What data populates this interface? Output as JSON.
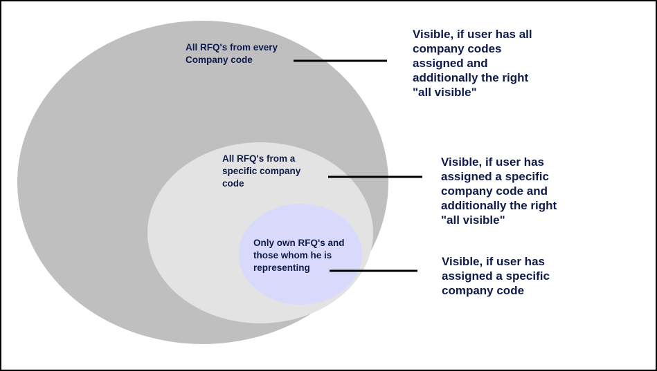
{
  "colors": {
    "outer_fill": "#bfbfbf",
    "middle_fill": "#e3e3e3",
    "inner_fill": "#d9d9fc",
    "text": "#0e1a4a",
    "connector": "#000000"
  },
  "rings": [
    {
      "label": "All RFQ's from every\nCompany code",
      "description": "Visible, if user has all\ncompany codes\nassigned and\nadditionally the right\n\"all visible\""
    },
    {
      "label": "All RFQ's from a\nspecific company\ncode",
      "description": "Visible, if user has\nassigned a specific\ncompany code  and\nadditionally the right\n\"all visible\""
    },
    {
      "label": "Only own RFQ's and\nthose whom he is\nrepresenting",
      "description": "Visible, if user has\nassigned a specific\ncompany code"
    }
  ]
}
